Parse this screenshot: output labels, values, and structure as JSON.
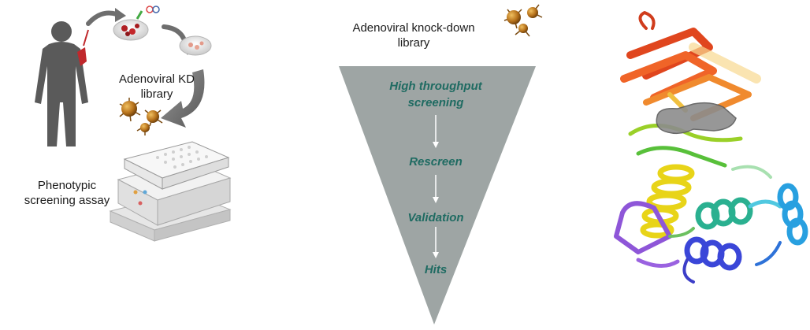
{
  "left_panel": {
    "kd_library_label": "Adenoviral KD\nlibrary",
    "assay_label": "Phenotypic\nscreening assay"
  },
  "funnel": {
    "library_label": "Adenoviral knock-down\nlibrary",
    "stages": [
      "High throughput\nscreening",
      "Rescreen",
      "Validation",
      "Hits"
    ]
  },
  "colors": {
    "funnel_fill": "#9ea5a4",
    "stage_text": "#1f6b62",
    "virus": "#b8731c",
    "human_silhouette": "#5a5a5a"
  }
}
